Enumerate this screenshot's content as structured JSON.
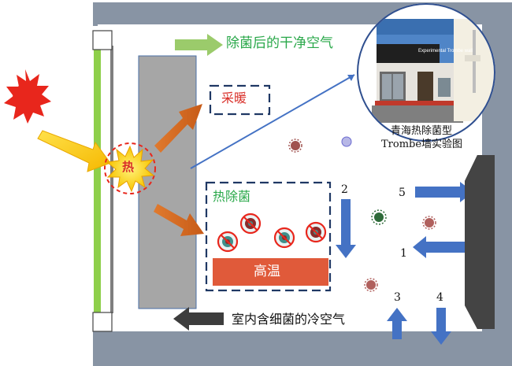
{
  "labels": {
    "clean_air": "除菌后的干净空气",
    "heating": "采暖",
    "heat": "热",
    "sterilization": "热除菌",
    "high_temp": "高温",
    "cold_air": "室内含细菌的冷空气",
    "caption_line1": "青海热除菌型",
    "caption_line2": "Trombe墙实验图",
    "photo_text": "Experimental Trombe wall"
  },
  "flow_numbers": {
    "n1": "1",
    "n2": "2",
    "n3": "3",
    "n4": "4",
    "n5": "5"
  },
  "colors": {
    "wall_gray": "#8894a4",
    "storage_wall": "#a6a6a6",
    "glass_green": "#8ecf4a",
    "sun_red": "#e8261c",
    "arrow_orange": "#d2691e",
    "arrow_blue": "#4472c4",
    "arrow_green": "#9bcb6b",
    "arrow_dark": "#3d3d3d",
    "high_temp_bar": "#e05a3a",
    "text_green": "#2aa84a",
    "text_red": "#d9302a"
  }
}
